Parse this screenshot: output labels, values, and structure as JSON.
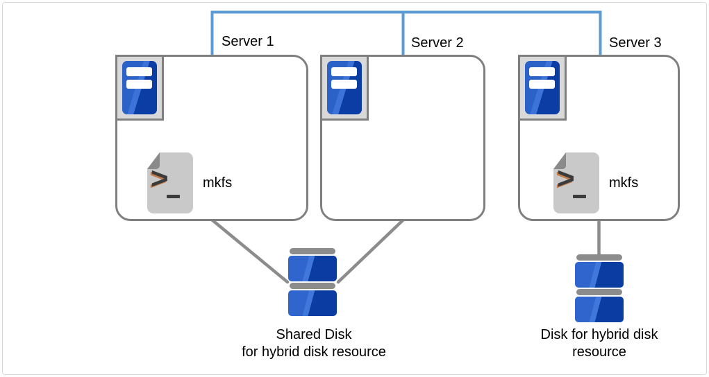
{
  "colors": {
    "accent-blue": "#5b9bd5",
    "box-border": "#7f7f7f",
    "line-gray": "#8c8c8c",
    "frame-gray": "#d9d9d9",
    "server-blue-light": "#2b62c7",
    "server-blue-sheen": "#3d73d8",
    "server-blue-dark": "#0c3da5",
    "disk-blue-light": "#2f65cc",
    "disk-blue-sheen": "#4077da",
    "disk-blue-dark": "#0b3ca1",
    "script-body": "#c9c9c9",
    "script-fold": "#8a8a8a",
    "script-ink": "#3b3b3b",
    "text-color": "#000000"
  },
  "servers": [
    {
      "label": "Server 1"
    },
    {
      "label": "Server 2"
    },
    {
      "label": "Server 3"
    }
  ],
  "script_labels": {
    "server1": "mkfs",
    "server3": "mkfs"
  },
  "disk_labels": {
    "shared": {
      "line1": "Shared Disk",
      "line2": "for hybrid disk resource"
    },
    "single": {
      "line1": "Disk for hybrid disk",
      "line2": "resource"
    }
  },
  "icons": {
    "server": "tower-server-icon",
    "script": "script-file-icon",
    "disk": "disk-stack-icon"
  }
}
